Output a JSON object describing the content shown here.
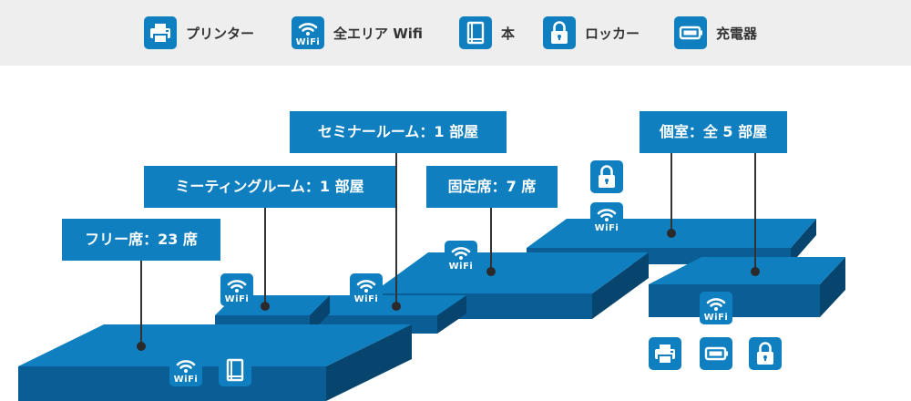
{
  "legend": {
    "items": [
      {
        "label": "プリンター",
        "icon": "printer-icon"
      },
      {
        "label": "全エリア Wifi",
        "icon": "wifi-icon"
      },
      {
        "label": "本",
        "icon": "book-icon"
      },
      {
        "label": "ロッカー",
        "icon": "lock-icon"
      },
      {
        "label": "充電器",
        "icon": "battery-icon"
      }
    ],
    "wifi_badge_text": "WiFi"
  },
  "colors": {
    "accent": "#0f7fc0",
    "floor_top": "#0f7fc0",
    "floor_front": "#0a5d95",
    "floor_side": "#07446e",
    "legend_bg": "#eeeeee",
    "leader": "#333333"
  },
  "areas": {
    "free": {
      "label": "フリー席：23 席"
    },
    "meeting": {
      "label": "ミーティングルーム：1 部屋"
    },
    "seminar": {
      "label": "セミナールーム：1 部屋"
    },
    "fixed": {
      "label": "固定席：7 席"
    },
    "private": {
      "label": "個室：全 5 部屋"
    }
  },
  "wifi_text": "WiFi"
}
